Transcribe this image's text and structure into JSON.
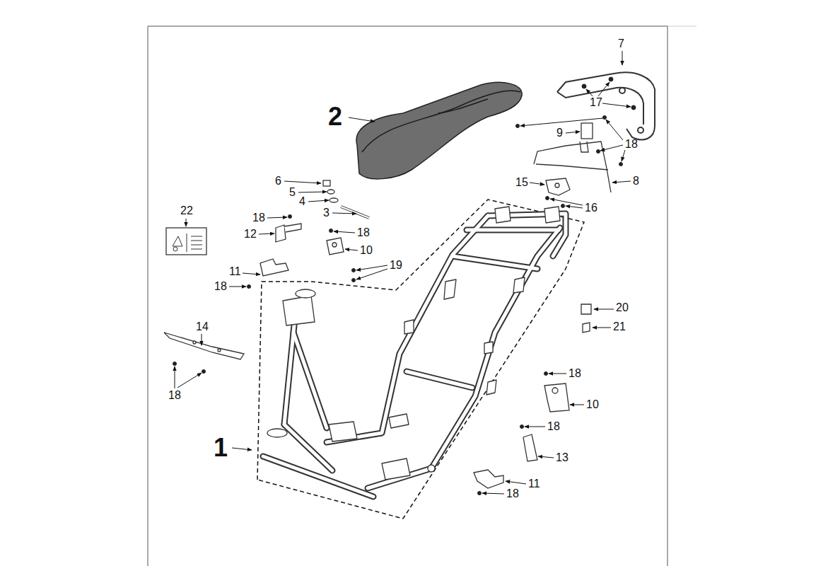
{
  "diagram": {
    "labels": [
      "7",
      "2",
      "17",
      "9",
      "18",
      "6",
      "15",
      "8",
      "5",
      "4",
      "16",
      "22",
      "3",
      "18",
      "12",
      "18",
      "10",
      "19",
      "11",
      "18",
      "20",
      "21",
      "14",
      "18",
      "18",
      "10",
      "18",
      "1",
      "13",
      "11",
      "18"
    ]
  }
}
